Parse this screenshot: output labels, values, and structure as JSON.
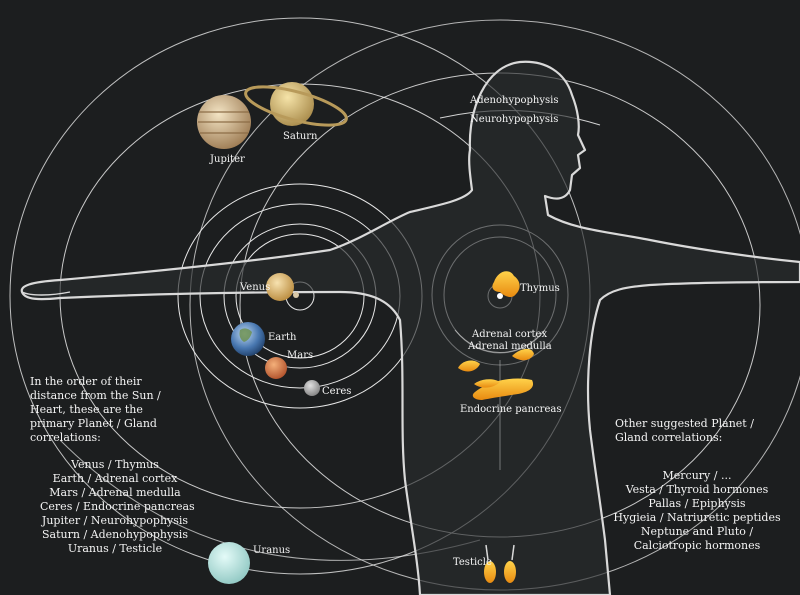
{
  "colors": {
    "background": "#1c1e1f",
    "orbit": "#e8e8e8",
    "gland": "#f4a81c",
    "body_outline": "#d9d9d9"
  },
  "planets": {
    "jupiter": "Jupiter",
    "saturn": "Saturn",
    "venus": "Venus",
    "earth": "Earth",
    "mars": "Mars",
    "ceres": "Ceres",
    "uranus": "Uranus"
  },
  "glands": {
    "adenohypophysis": "Adenohypophysis",
    "neurohypophysis": "Neurohypophysis",
    "thymus": "Thymus",
    "adrenal_cortex": "Adrenal cortex",
    "adrenal_medulla": "Adrenal medulla",
    "endocrine_pancreas": "Endocrine pancreas",
    "testicle": "Testicle"
  },
  "primary": {
    "intro": "In the order of their distance from the Sun / Heart, these are the primary Planet / Gland correlations:",
    "items": [
      "Venus / Thymus",
      "Earth / Adrenal cortex",
      "Mars / Adrenal medulla",
      "Ceres / Endocrine pancreas",
      "Jupiter / Neurohypophysis",
      "Saturn / Adenohypophysis",
      "Uranus / Testicle"
    ]
  },
  "other": {
    "intro": "Other suggested Planet / Gland correlations:",
    "items": [
      "Mercury / ...",
      "Vesta / Thyroid hormones",
      "Pallas / Epiphysis",
      "Hygieia / Natriuretic peptides",
      "Neptune and Pluto /",
      "Calciotropic hormones"
    ]
  }
}
